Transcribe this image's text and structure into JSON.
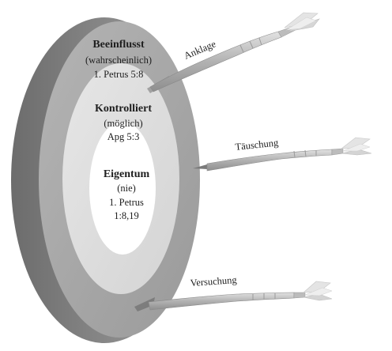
{
  "zones": [
    {
      "title": "Beeinflusst",
      "qualifier": "(wahrscheinlich)",
      "reference": "1. Petrus 5:8"
    },
    {
      "title": "Kontrolliert",
      "qualifier": "(möglich)",
      "reference": "Apg 5:3"
    },
    {
      "title": "Eigentum",
      "qualifier": "(nie)",
      "reference_line1": "1. Petrus",
      "reference_line2": "1:8,19"
    }
  ],
  "darts": [
    {
      "label": "Anklage"
    },
    {
      "label": "Täuschung"
    },
    {
      "label": "Versuchung"
    }
  ],
  "colors": {
    "disc_side": "#828282",
    "outer_ring": "#a4a4a4",
    "middle_ring": "#dcdcdc",
    "center": "#ffffff",
    "dart_shaft": "#c2c2c2",
    "text": "#1e1e1e"
  }
}
